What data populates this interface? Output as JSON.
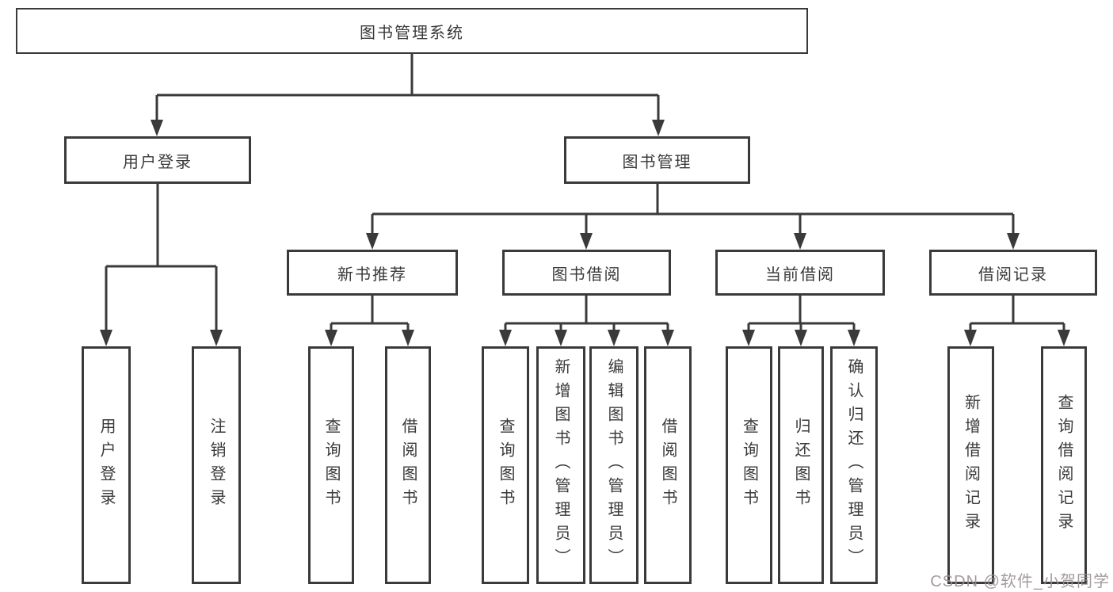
{
  "colors": {
    "background": "#ffffff",
    "line": "#3a3a3a",
    "box_border": "#3a3a3a",
    "text": "#3a3a3a",
    "watermark": "#9b9191"
  },
  "root": {
    "label": "图书管理系统"
  },
  "level2": [
    {
      "label": "用户登录"
    },
    {
      "label": "图书管理"
    }
  ],
  "level3": [
    {
      "parent": "图书管理",
      "label": "新书推荐"
    },
    {
      "parent": "图书管理",
      "label": "图书借阅"
    },
    {
      "parent": "图书管理",
      "label": "当前借阅"
    },
    {
      "parent": "图书管理",
      "label": "借阅记录"
    }
  ],
  "leaves": [
    {
      "parent": "用户登录",
      "label": "用户登录"
    },
    {
      "parent": "用户登录",
      "label": "注销登录"
    },
    {
      "parent": "新书推荐",
      "label": "查询图书"
    },
    {
      "parent": "新书推荐",
      "label": "借阅图书"
    },
    {
      "parent": "图书借阅",
      "label": "查询图书"
    },
    {
      "parent": "图书借阅",
      "label": "新增图书（管理员）"
    },
    {
      "parent": "图书借阅",
      "label": "编辑图书（管理员）"
    },
    {
      "parent": "图书借阅",
      "label": "借阅图书"
    },
    {
      "parent": "当前借阅",
      "label": "查询图书"
    },
    {
      "parent": "当前借阅",
      "label": "归还图书"
    },
    {
      "parent": "当前借阅",
      "label": "确认归还（管理员）"
    },
    {
      "parent": "借阅记录",
      "label": "新增借阅记录"
    },
    {
      "parent": "借阅记录",
      "label": "查询借阅记录"
    }
  ],
  "watermark": {
    "text": "CSDN @软件_小贺同学"
  }
}
